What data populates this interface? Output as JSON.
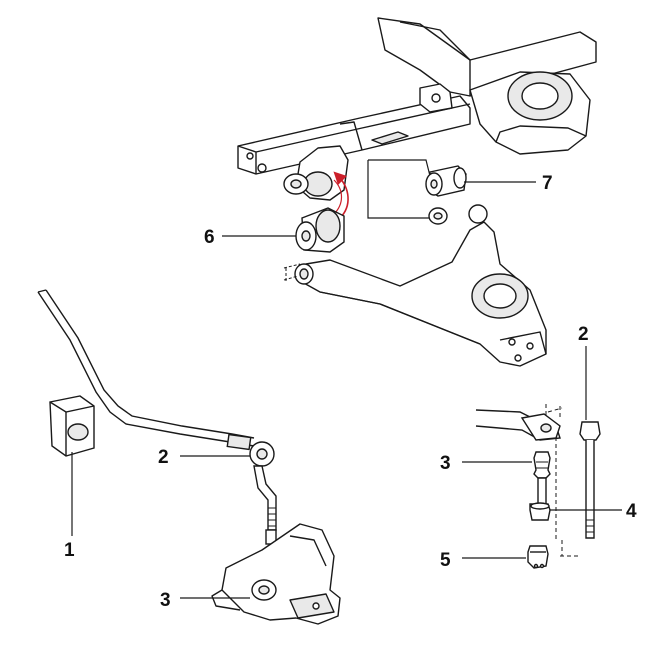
{
  "colors": {
    "line": "#1a1a1a",
    "fill_light": "#ffffff",
    "fill_shade": "#e9e9e9",
    "arrow": "#cc1f2a"
  },
  "callouts": {
    "bushing_clamp": "1",
    "link_bolt_left": "2",
    "link_bolt_right": "2",
    "lower_bushing_left": "3",
    "upper_bushing_right": "3",
    "spacer_tube": "4",
    "lower_bushing_right": "5",
    "front_bushing": "6",
    "rear_bushing": "7"
  }
}
